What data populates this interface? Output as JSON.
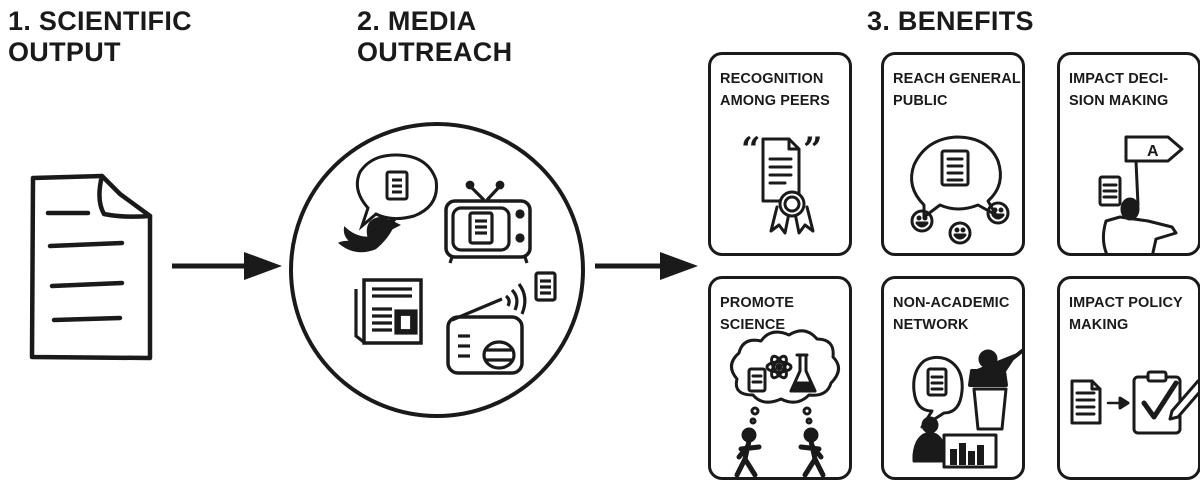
{
  "sections": [
    {
      "line1": "1. SCIENTIFIC",
      "line2": "OUTPUT"
    },
    {
      "line1": "2. MEDIA",
      "line2": "OUTREACH"
    },
    {
      "line1": "3. BENEFITS",
      "line2": ""
    }
  ],
  "benefits": [
    {
      "line1": "RECOGNITION",
      "line2": "AMONG PEERS",
      "icon": "certificate-icon"
    },
    {
      "line1": "REACH GENERAL",
      "line2": "PUBLIC",
      "icon": "public-speech-icon"
    },
    {
      "line1": "IMPACT DECI-",
      "line2": "SION MAKING",
      "icon": "signpost-icon"
    },
    {
      "line1": "PROMOTE",
      "line2": "SCIENCE",
      "icon": "science-thought-icon"
    },
    {
      "line1": "NON-ACADEMIC",
      "line2": "NETWORK",
      "icon": "network-icon"
    },
    {
      "line1": "IMPACT POLICY",
      "line2": "MAKING",
      "icon": "policy-checklist-icon"
    }
  ],
  "signpost_letter": "A",
  "quote_open": "“",
  "quote_close": "”"
}
